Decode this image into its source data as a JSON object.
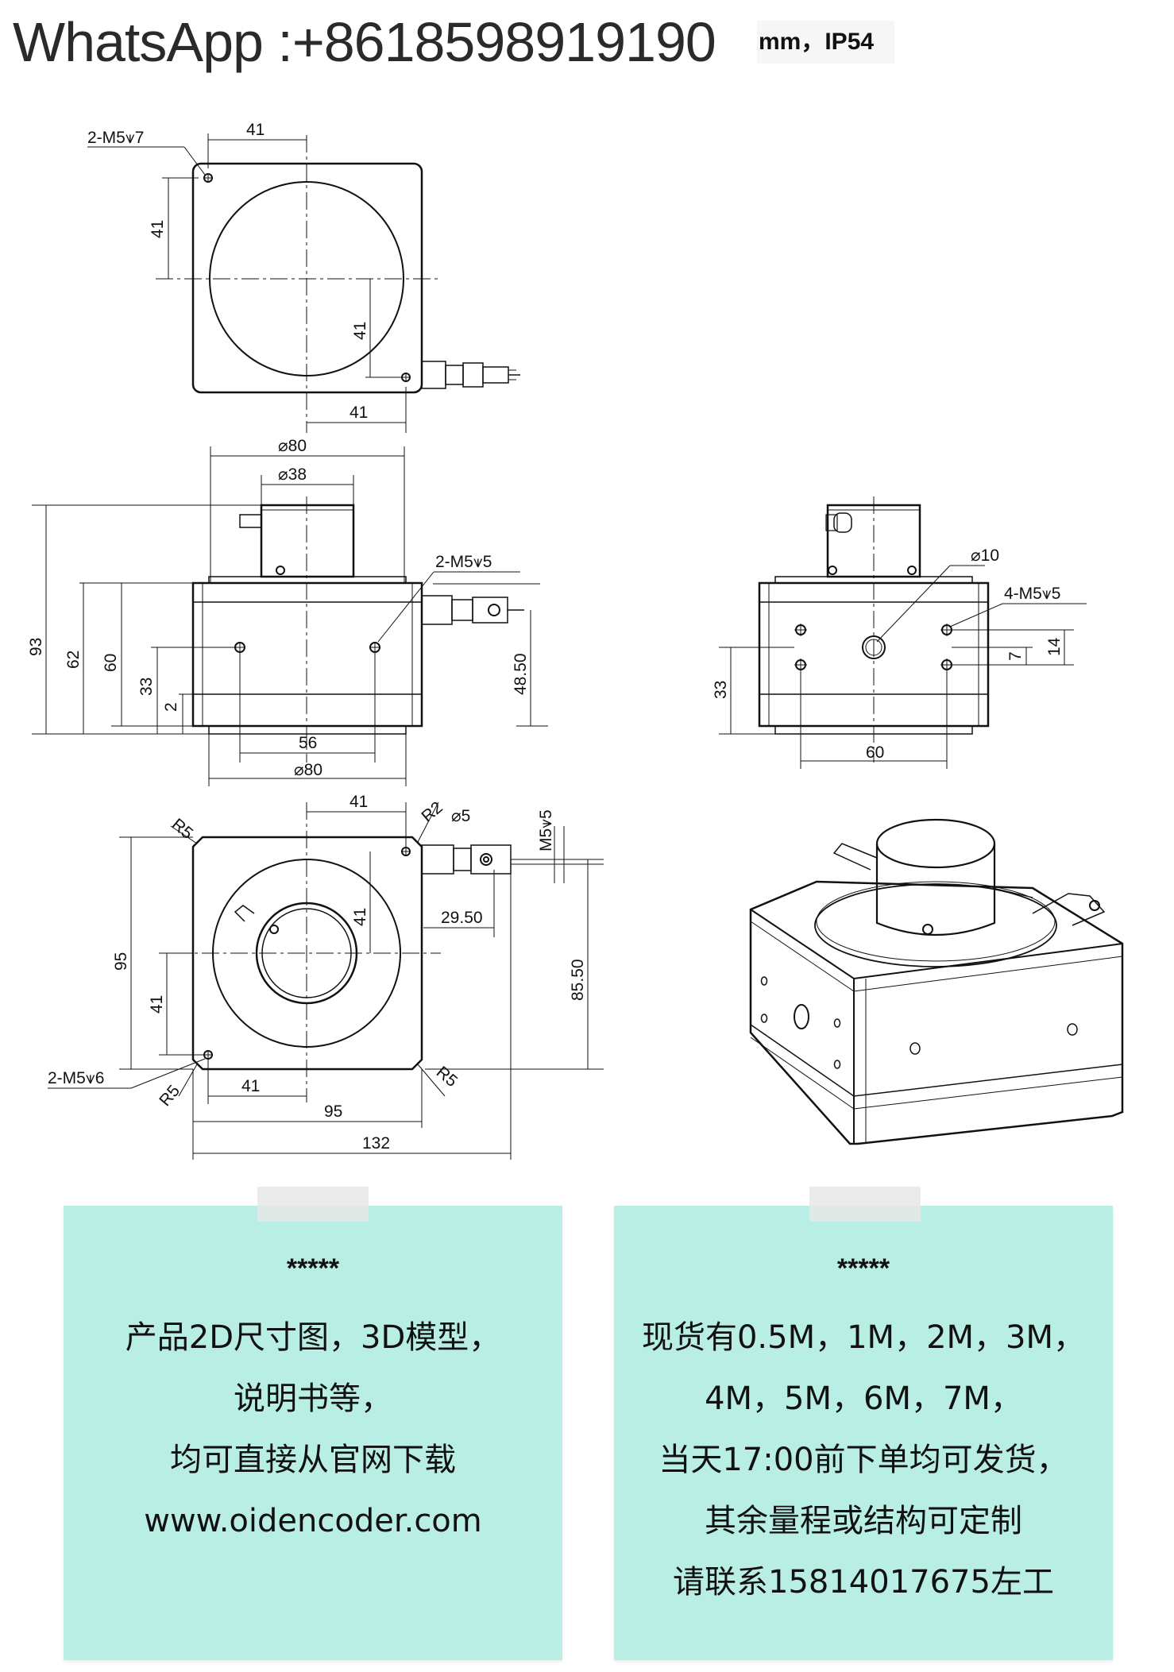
{
  "header": {
    "whatsapp": "WhatsApp :+8618598919190",
    "spec_label": "mm，IP54"
  },
  "drawing": {
    "top_view": {
      "thread_callout": "2-M5⩛7",
      "dim_top": "41",
      "dim_left": "41",
      "dim_right": "41",
      "dim_bottom": "41"
    },
    "front_view": {
      "dia_outer_top": "⌀80",
      "dia_shaft": "⌀38",
      "thread_callout": "2-M5⩛5",
      "h_total": "93",
      "h_body": "62",
      "h_body2": "60",
      "h_holes": "33",
      "h_base": "2",
      "h_cable": "48.50",
      "hole_spacing": "56",
      "dia_outer_bottom": "⌀80"
    },
    "side_view": {
      "dia_hole": "⌀10",
      "thread_callout": "4-M5⩛5",
      "h_holes": "33",
      "hole_pitch_small": "7",
      "hole_pitch": "14",
      "width": "60"
    },
    "bottom_view": {
      "r_top_left": "R5",
      "r_top_right": "R2",
      "dia_pin": "⌀5",
      "thread_m5": "M5⩛5",
      "dim_top": "41",
      "dim_inner": "41",
      "cable_offset": "29.50",
      "height": "95",
      "height_left": "41",
      "cable_height": "85.50",
      "thread_callout": "2-M5⩛6",
      "r_bottom_left": "R5",
      "r_bottom_right": "R5",
      "dim_bottom": "41",
      "width": "95",
      "overall": "132"
    }
  },
  "notes": {
    "left": {
      "stars": "*****",
      "lines": [
        "产品2D尺寸图，3D模型，",
        "说明书等，",
        "均可直接从官网下载",
        "www.oidencoder.com"
      ]
    },
    "right": {
      "stars": "*****",
      "lines": [
        "现货有0.5M，1M，2M，3M，",
        "4M，5M，6M，7M，",
        "当天17:00前下单均可发货，",
        "其余量程或结构可定制",
        "请联系15814017675左工"
      ]
    }
  },
  "colors": {
    "note_bg": "#b9eee4",
    "line": "#111111"
  }
}
